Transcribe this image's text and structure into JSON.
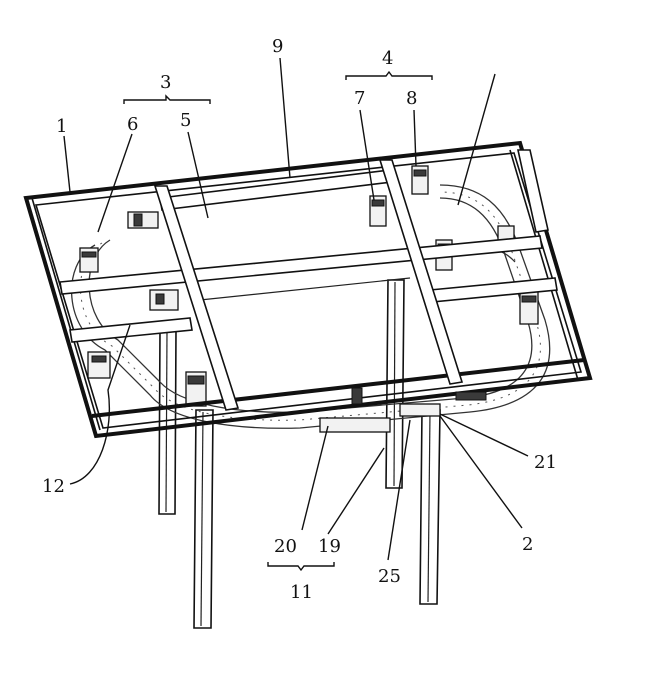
{
  "figure": {
    "labels": {
      "l1": "1",
      "l2": "2",
      "l3": "3",
      "l4": "4",
      "l5": "5",
      "l6": "6",
      "l7": "7",
      "l8": "8",
      "l9": "9",
      "l11": "11",
      "l12": "12",
      "l19": "19",
      "l20": "20",
      "l21": "21",
      "l25": "25"
    }
  }
}
